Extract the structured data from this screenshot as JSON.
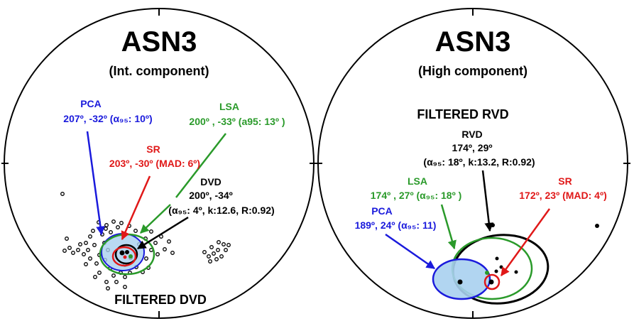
{
  "left_panel": {
    "title": "ASN3",
    "subtitle": "(Int. component)",
    "pca": {
      "label": "PCA",
      "value": "207º, -32º (α₉₅: 10º)"
    },
    "lsa": {
      "label": "LSA",
      "value": "200º  ,  -33º (a95:  13º )"
    },
    "sr": {
      "label": "SR",
      "value": "203º, -30º (MAD: 6º)"
    },
    "dvd": {
      "label": "DVD",
      "value": "200º, -34º",
      "stats": "(α₉₅: 4º, k:12.6, R:0.92)"
    },
    "footer": "FILTERED DVD"
  },
  "right_panel": {
    "title": "ASN3",
    "subtitle": "(High component)",
    "header": "FILTERED RVD",
    "rvd": {
      "label": "RVD",
      "value": "174º, 29º",
      "stats": "(α₉₅: 18º, k:13.2, R:0.92)"
    },
    "lsa": {
      "label": "LSA",
      "value": "174º , 27º  (α₉₅: 18º )"
    },
    "sr": {
      "label": "SR",
      "value": "172º, 23º (MAD: 4º)"
    },
    "pca": {
      "label": "PCA",
      "value": "189º, 24º (α₉₅: 11)"
    }
  },
  "colors": {
    "pca": "#1a1adc",
    "lsa": "#2a9a2a",
    "sr": "#e01818",
    "black": "#000000",
    "cone_fill": "#a8d0ef"
  }
}
